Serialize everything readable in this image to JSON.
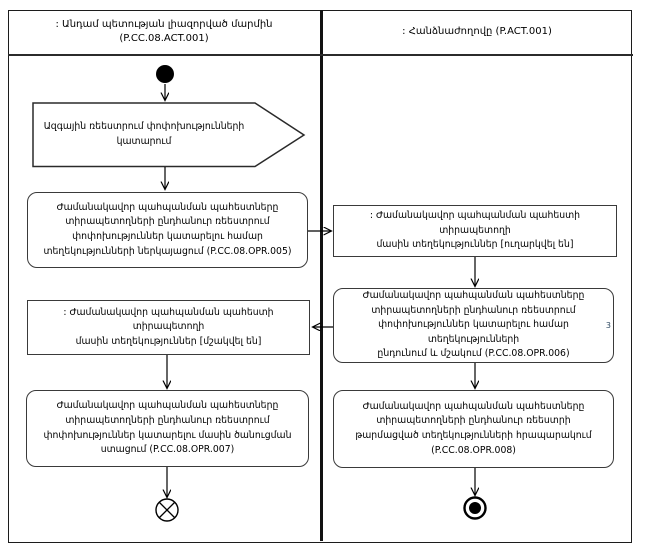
{
  "header": {
    "left": ": Անդամ պետության լիազորված մարմին\n(P.CC.08.ACT.001)",
    "right": ": Հանձնաժողովը (P.ACT.001)"
  },
  "nodes": {
    "signal": "Ազգային ռեեստրում փոփոխությունների\nկատարում",
    "opr005": "Ժամանակավոր պահպանման պահեստները\nտիրապետողների ընդհանուր ռեեստրում\nփոփոխություններ կատարելու համար\nտեղեկությունների ներկայացում (P.CC.08.OPR.005)",
    "sent": ": Ժամանակավոր պահպանման պահեստի տիրապետողի\nմասին տեղեկություններ [ուղարկվել են]",
    "opr006": "Ժամանակավոր պահպանման պահեստները\nտիրապետողների ընդհանուր ռեեստրում\nփոփոխություններ կատարելու համար տեղեկությունների\nընդունում և մշակում (P.CC.08.OPR.006)",
    "note3": "3",
    "processed": ": Ժամանակավոր պահպանման պահեստի տիրապետողի\nմասին տեղեկություններ [մշակվել են]",
    "opr007": "Ժամանակավոր պահպանման պահեստները\nտիրապետողների ընդհանուր ռեեստրում\nփոփոխություններ կատարելու մասին ծանուցման\nստացում (P.CC.08.OPR.007)",
    "opr008": "Ժամանակավոր պահպանման պահեստները\nտիրապետողների ընդհանուր ռեեստրի\nթարմացված տեղեկությունների հրապարակում\n(P.CC.08.OPR.008)"
  },
  "colors": {
    "line": "#000000",
    "background": "#ffffff"
  }
}
